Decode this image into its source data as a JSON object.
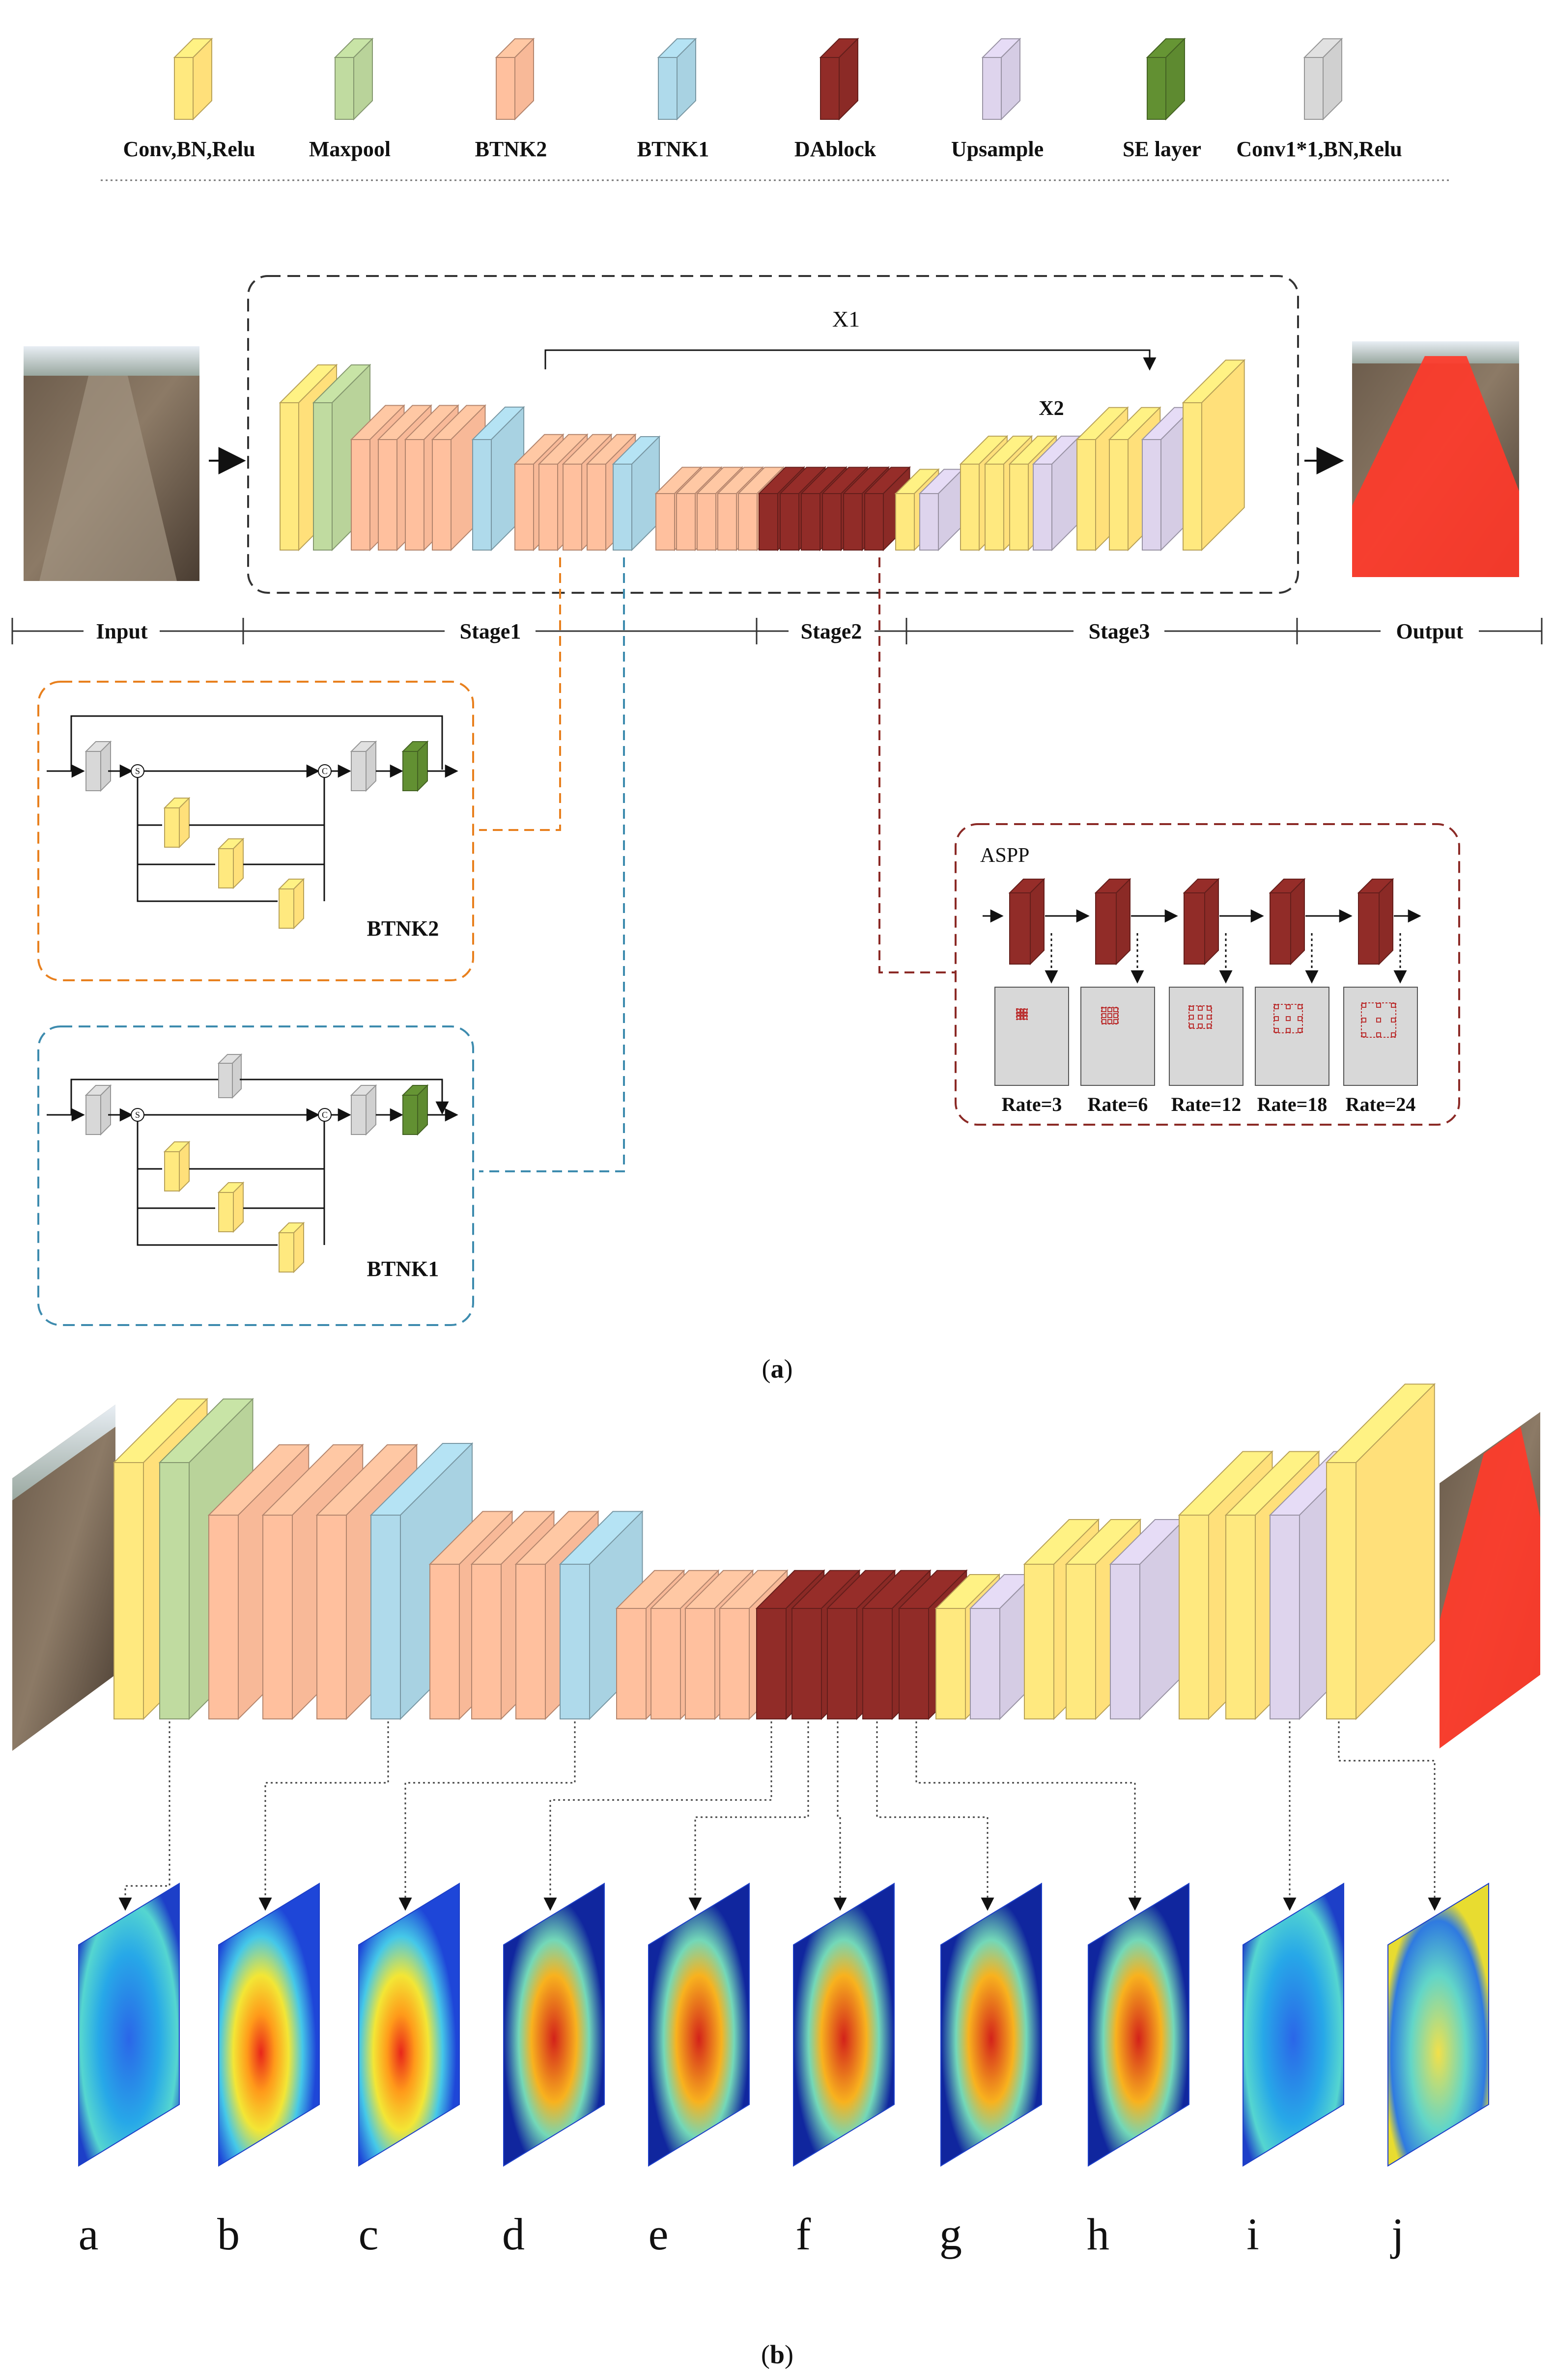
{
  "legend": [
    {
      "label": "Conv,BN,Relu",
      "color": "#FFE07A"
    },
    {
      "label": "Maxpool",
      "color": "#B9D39A"
    },
    {
      "label": "BTNK2",
      "color": "#F8B998"
    },
    {
      "label": "BTNK1",
      "color": "#A8D2E2"
    },
    {
      "label": "DAblock",
      "color": "#8B2A26"
    },
    {
      "label": "Upsample",
      "color": "#D5CCE4"
    },
    {
      "label": "SE layer",
      "color": "#5E8A30"
    },
    {
      "label": "Conv1*1,BN,Relu",
      "color": "#D0D0D0"
    }
  ],
  "network": {
    "skip_labels": [
      "X1",
      "X2"
    ]
  },
  "stages": [
    "Input",
    "Stage1",
    "Stage2",
    "Stage3",
    "Output"
  ],
  "btnk2": {
    "title": "BTNK2",
    "split_symbol": "S",
    "concat_symbol": "C"
  },
  "btnk1": {
    "title": "BTNK1",
    "split_symbol": "S",
    "concat_symbol": "C"
  },
  "aspp": {
    "title": "ASPP",
    "rates": [
      "Rate=3",
      "Rate=6",
      "Rate=12",
      "Rate=18",
      "Rate=24"
    ]
  },
  "captions": {
    "a": "(a)",
    "b": "(b)",
    "a_letter": "a",
    "b_letter": "b"
  },
  "feature_maps": [
    "a",
    "b",
    "c",
    "d",
    "e",
    "f",
    "g",
    "h",
    "i",
    "j"
  ],
  "colors": {
    "outline_main": "#333333",
    "btnk2_box": "#E8801E",
    "btnk1_box": "#3D8BAE",
    "aspp_box": "#8B2A26",
    "mask": "#FF3A2A"
  }
}
